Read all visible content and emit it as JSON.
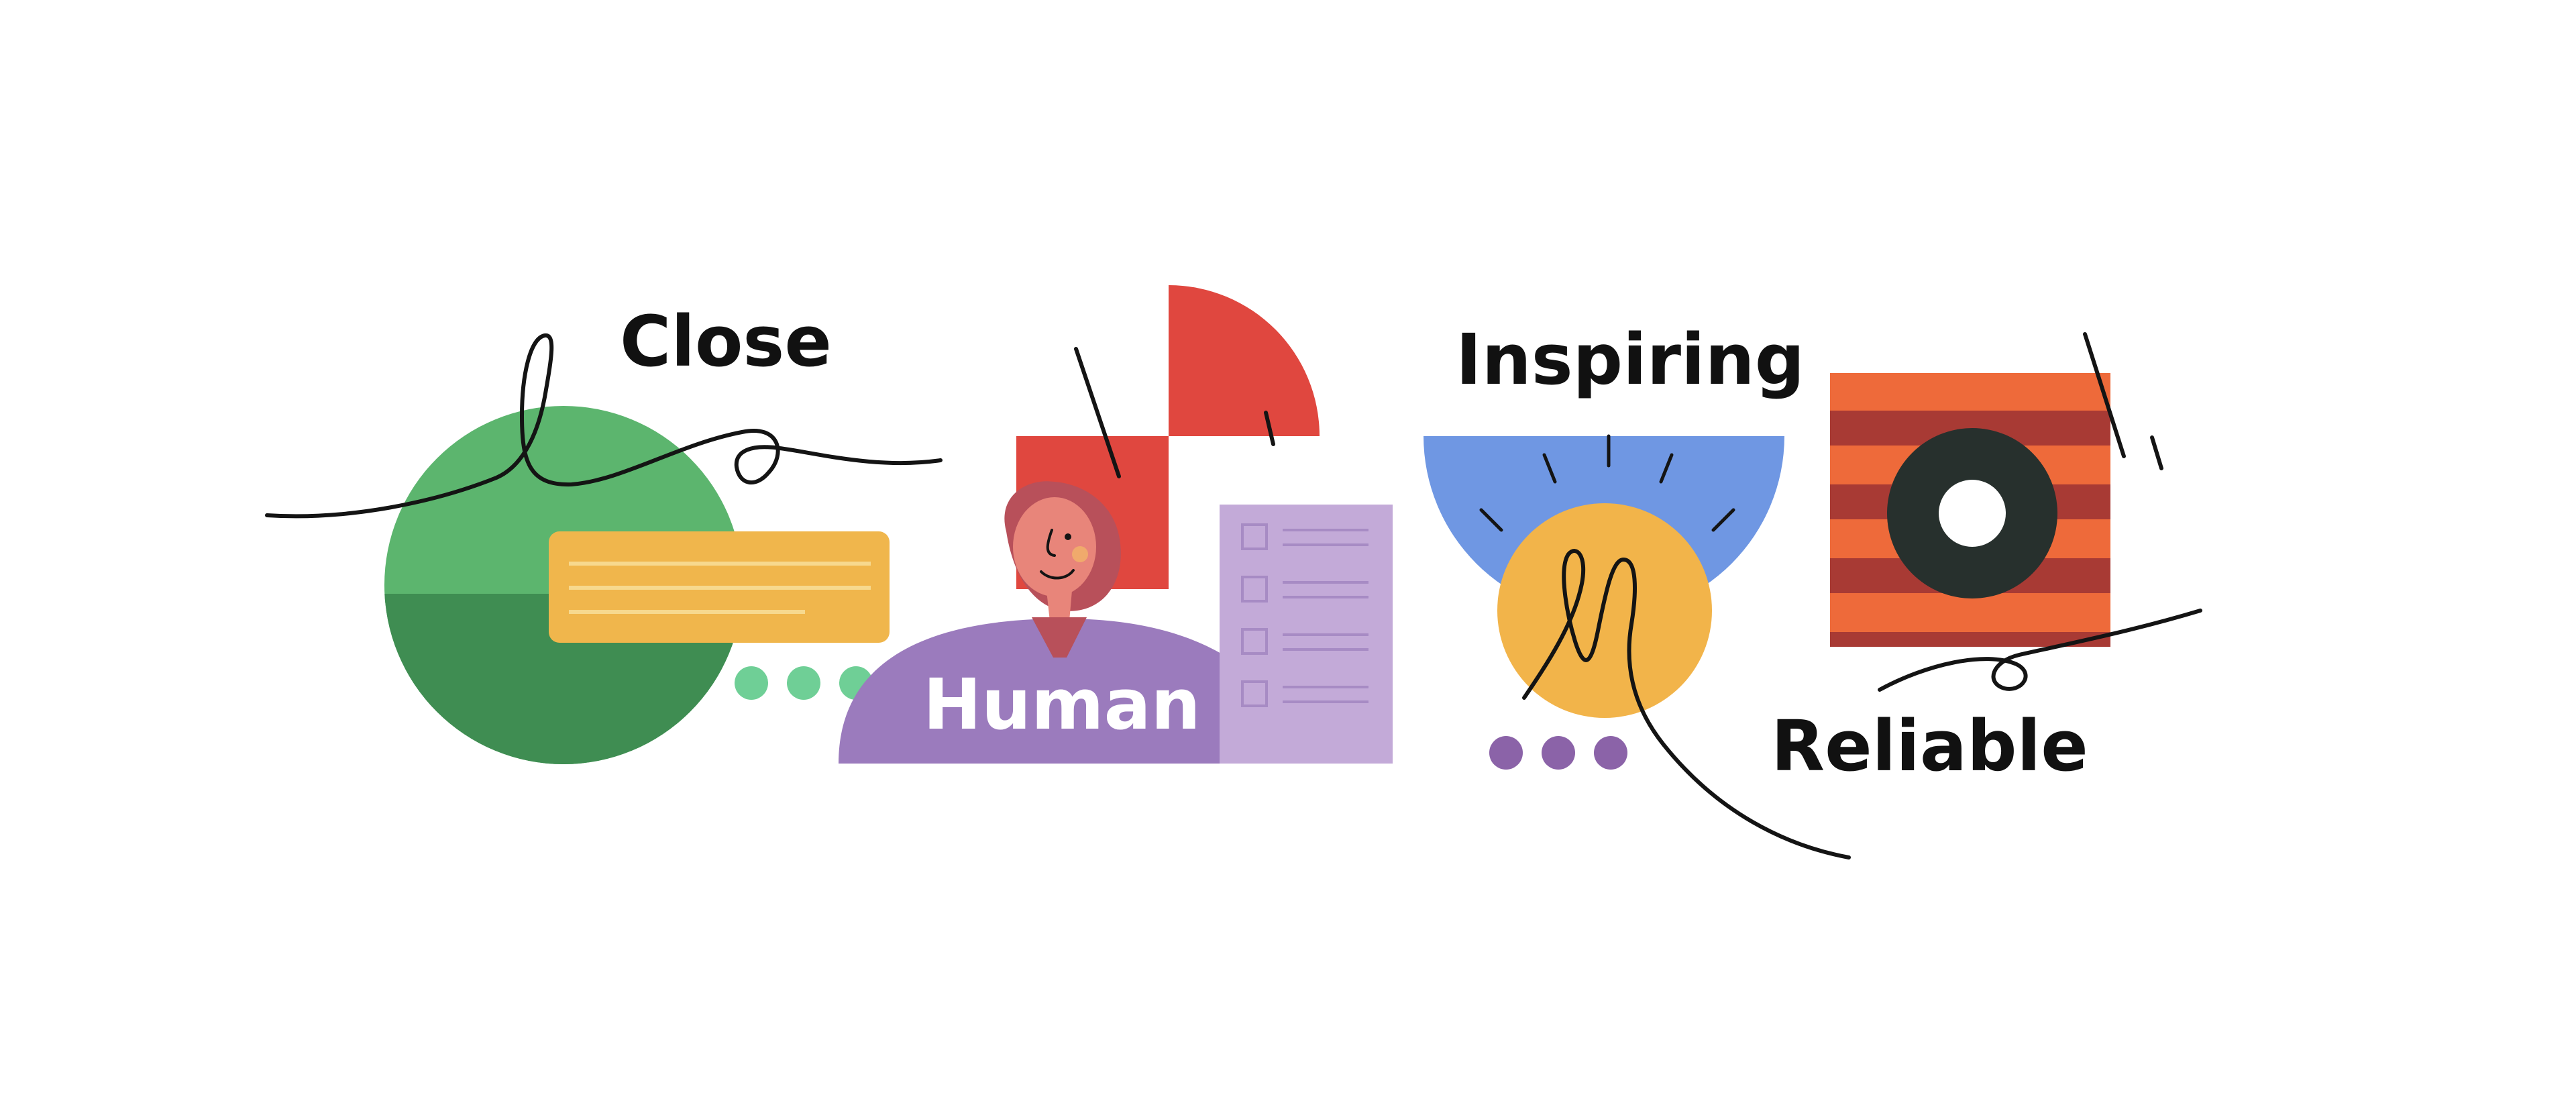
{
  "labels": {
    "close": "Close",
    "human": "Human",
    "inspiring": "Inspiring",
    "reliable": "Reliable"
  },
  "colors": {
    "green": "#5cb56e",
    "green_dark": "#3f8d52",
    "yellow": "#f0b64c",
    "mint": "#6fcf96",
    "purple": "#9b7bbd",
    "lavender": "#c3aad8",
    "red": "#e0473f",
    "skin": "#e8857a",
    "hair": "#b8505a",
    "blue": "#6f97e3",
    "gold": "#f2b44a",
    "dot_purple": "#8b63a8",
    "orange": "#ee6a3a",
    "stripe_dark": "#a83a34",
    "disc": "#27302d",
    "ink": "#141414",
    "text_dark": "#111111",
    "text_light": "#ffffff"
  }
}
